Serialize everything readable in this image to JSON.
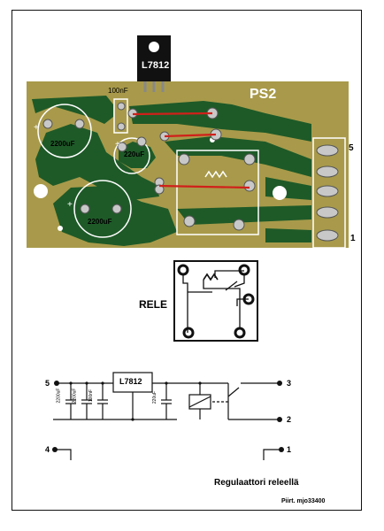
{
  "pcb": {
    "regulator_label": "L7812",
    "board_label": "PS2",
    "cap_small_label": "100nF",
    "cap_large_1": "2200uF",
    "cap_large_2": "2200uF",
    "cap_mid": "220uF",
    "plus_sign": "+",
    "pin_top": "5",
    "pin_bottom": "1",
    "colors": {
      "board": "#a89a4a",
      "trace": "#1e5a28",
      "jumper": "#d0201a"
    }
  },
  "relay": {
    "label": "RELE"
  },
  "schematic": {
    "regulator": "L7812",
    "cap1": "2200uF",
    "cap2": "2200uF",
    "cap3": "100nF",
    "cap4": "220uF",
    "pin5": "5",
    "pin3": "3",
    "pin2": "2",
    "pin4": "4",
    "pin1": "1"
  },
  "caption": {
    "title": "Regulaattori releellä",
    "credit": "Piirt. mjo33400"
  }
}
